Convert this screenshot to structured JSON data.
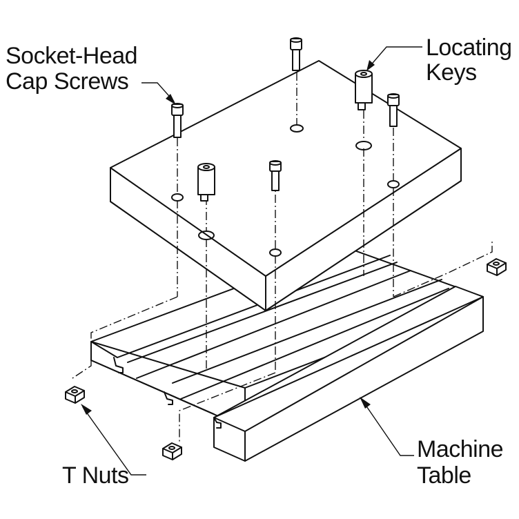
{
  "labels": {
    "socket_head_line1": "Socket-Head",
    "socket_head_line2": "Cap Screws",
    "locating_line1": "Locating",
    "locating_line2": "Keys",
    "machine_line1": "Machine",
    "machine_line2": "Table",
    "t_nuts": "T Nuts"
  },
  "colors": {
    "line": "#111111",
    "background": "#ffffff"
  },
  "icons": [
    "cap-screw-icon",
    "locating-key-icon",
    "t-nut-icon",
    "arrowhead-icon"
  ]
}
